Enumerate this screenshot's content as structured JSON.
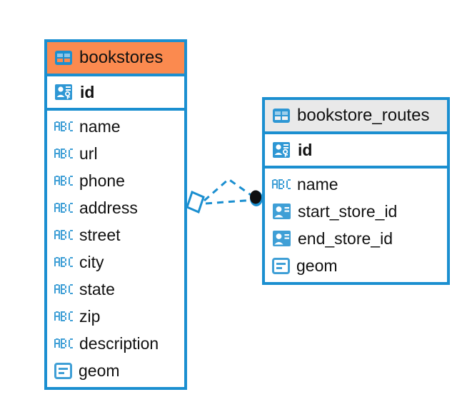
{
  "diagram": {
    "type": "entity-relationship-diagram",
    "background": "#ffffff",
    "accent_color": "#1b8fd0",
    "highlight_color": "#fb8a4f",
    "neutral_header_color": "#e9e9e9"
  },
  "entities": [
    {
      "name": "bookstores",
      "header_style": "accent",
      "table_icon": "table-icon",
      "primary_key": {
        "label": "id",
        "icon": "primary-key-icon"
      },
      "fields": [
        {
          "label": "name",
          "icon": "string-type-icon"
        },
        {
          "label": "url",
          "icon": "string-type-icon"
        },
        {
          "label": "phone",
          "icon": "string-type-icon"
        },
        {
          "label": "address",
          "icon": "string-type-icon"
        },
        {
          "label": "street",
          "icon": "string-type-icon"
        },
        {
          "label": "city",
          "icon": "string-type-icon"
        },
        {
          "label": "state",
          "icon": "string-type-icon"
        },
        {
          "label": "zip",
          "icon": "string-type-icon"
        },
        {
          "label": "description",
          "icon": "string-type-icon"
        },
        {
          "label": "geom",
          "icon": "geometry-type-icon"
        }
      ]
    },
    {
      "name": "bookstore_routes",
      "header_style": "neutral",
      "table_icon": "table-icon",
      "primary_key": {
        "label": "id",
        "icon": "primary-key-icon"
      },
      "fields": [
        {
          "label": "name",
          "icon": "string-type-icon"
        },
        {
          "label": "start_store_id",
          "icon": "foreign-key-icon"
        },
        {
          "label": "end_store_id",
          "icon": "foreign-key-icon"
        },
        {
          "label": "geom",
          "icon": "geometry-type-icon"
        }
      ]
    }
  ],
  "relationship": {
    "left_endpoint": "diamond-endpoint",
    "right_endpoint": "filled-circle-endpoint",
    "line_style": "dashed",
    "color": "#1b8fd0"
  }
}
